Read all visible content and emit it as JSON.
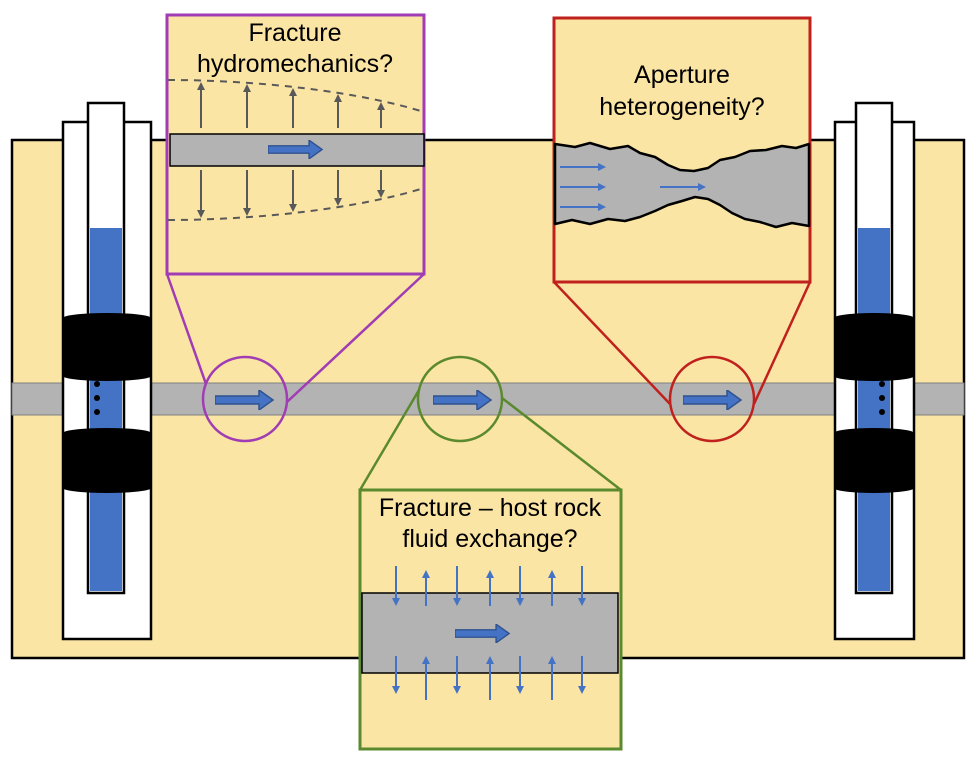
{
  "callouts": {
    "hydromechanics": {
      "line1": "Fracture",
      "line2": "hydromechanics?"
    },
    "aperture": {
      "line1": "Aperture",
      "line2": "heterogeneity?"
    },
    "exchange": {
      "line1": "Fracture – host rock",
      "line2": "fluid exchange?"
    }
  },
  "colors": {
    "host_rock": "#fbe5a4",
    "fracture": "#b3b3b3",
    "water": "#4472c4",
    "packer": "#000000",
    "hydromechanics_outline": "#a03cb4",
    "aperture_outline": "#c0211d",
    "exchange_outline": "#5b8a2e",
    "arrow_fill": "#4472c4",
    "arrow_stroke": "#2f528f",
    "stress_arrow": "#595959"
  },
  "icons": {
    "flow_arrow": "blue-right-arrow",
    "packer": "black-cylinder",
    "stress_arrow": "double-headed-arrow"
  }
}
